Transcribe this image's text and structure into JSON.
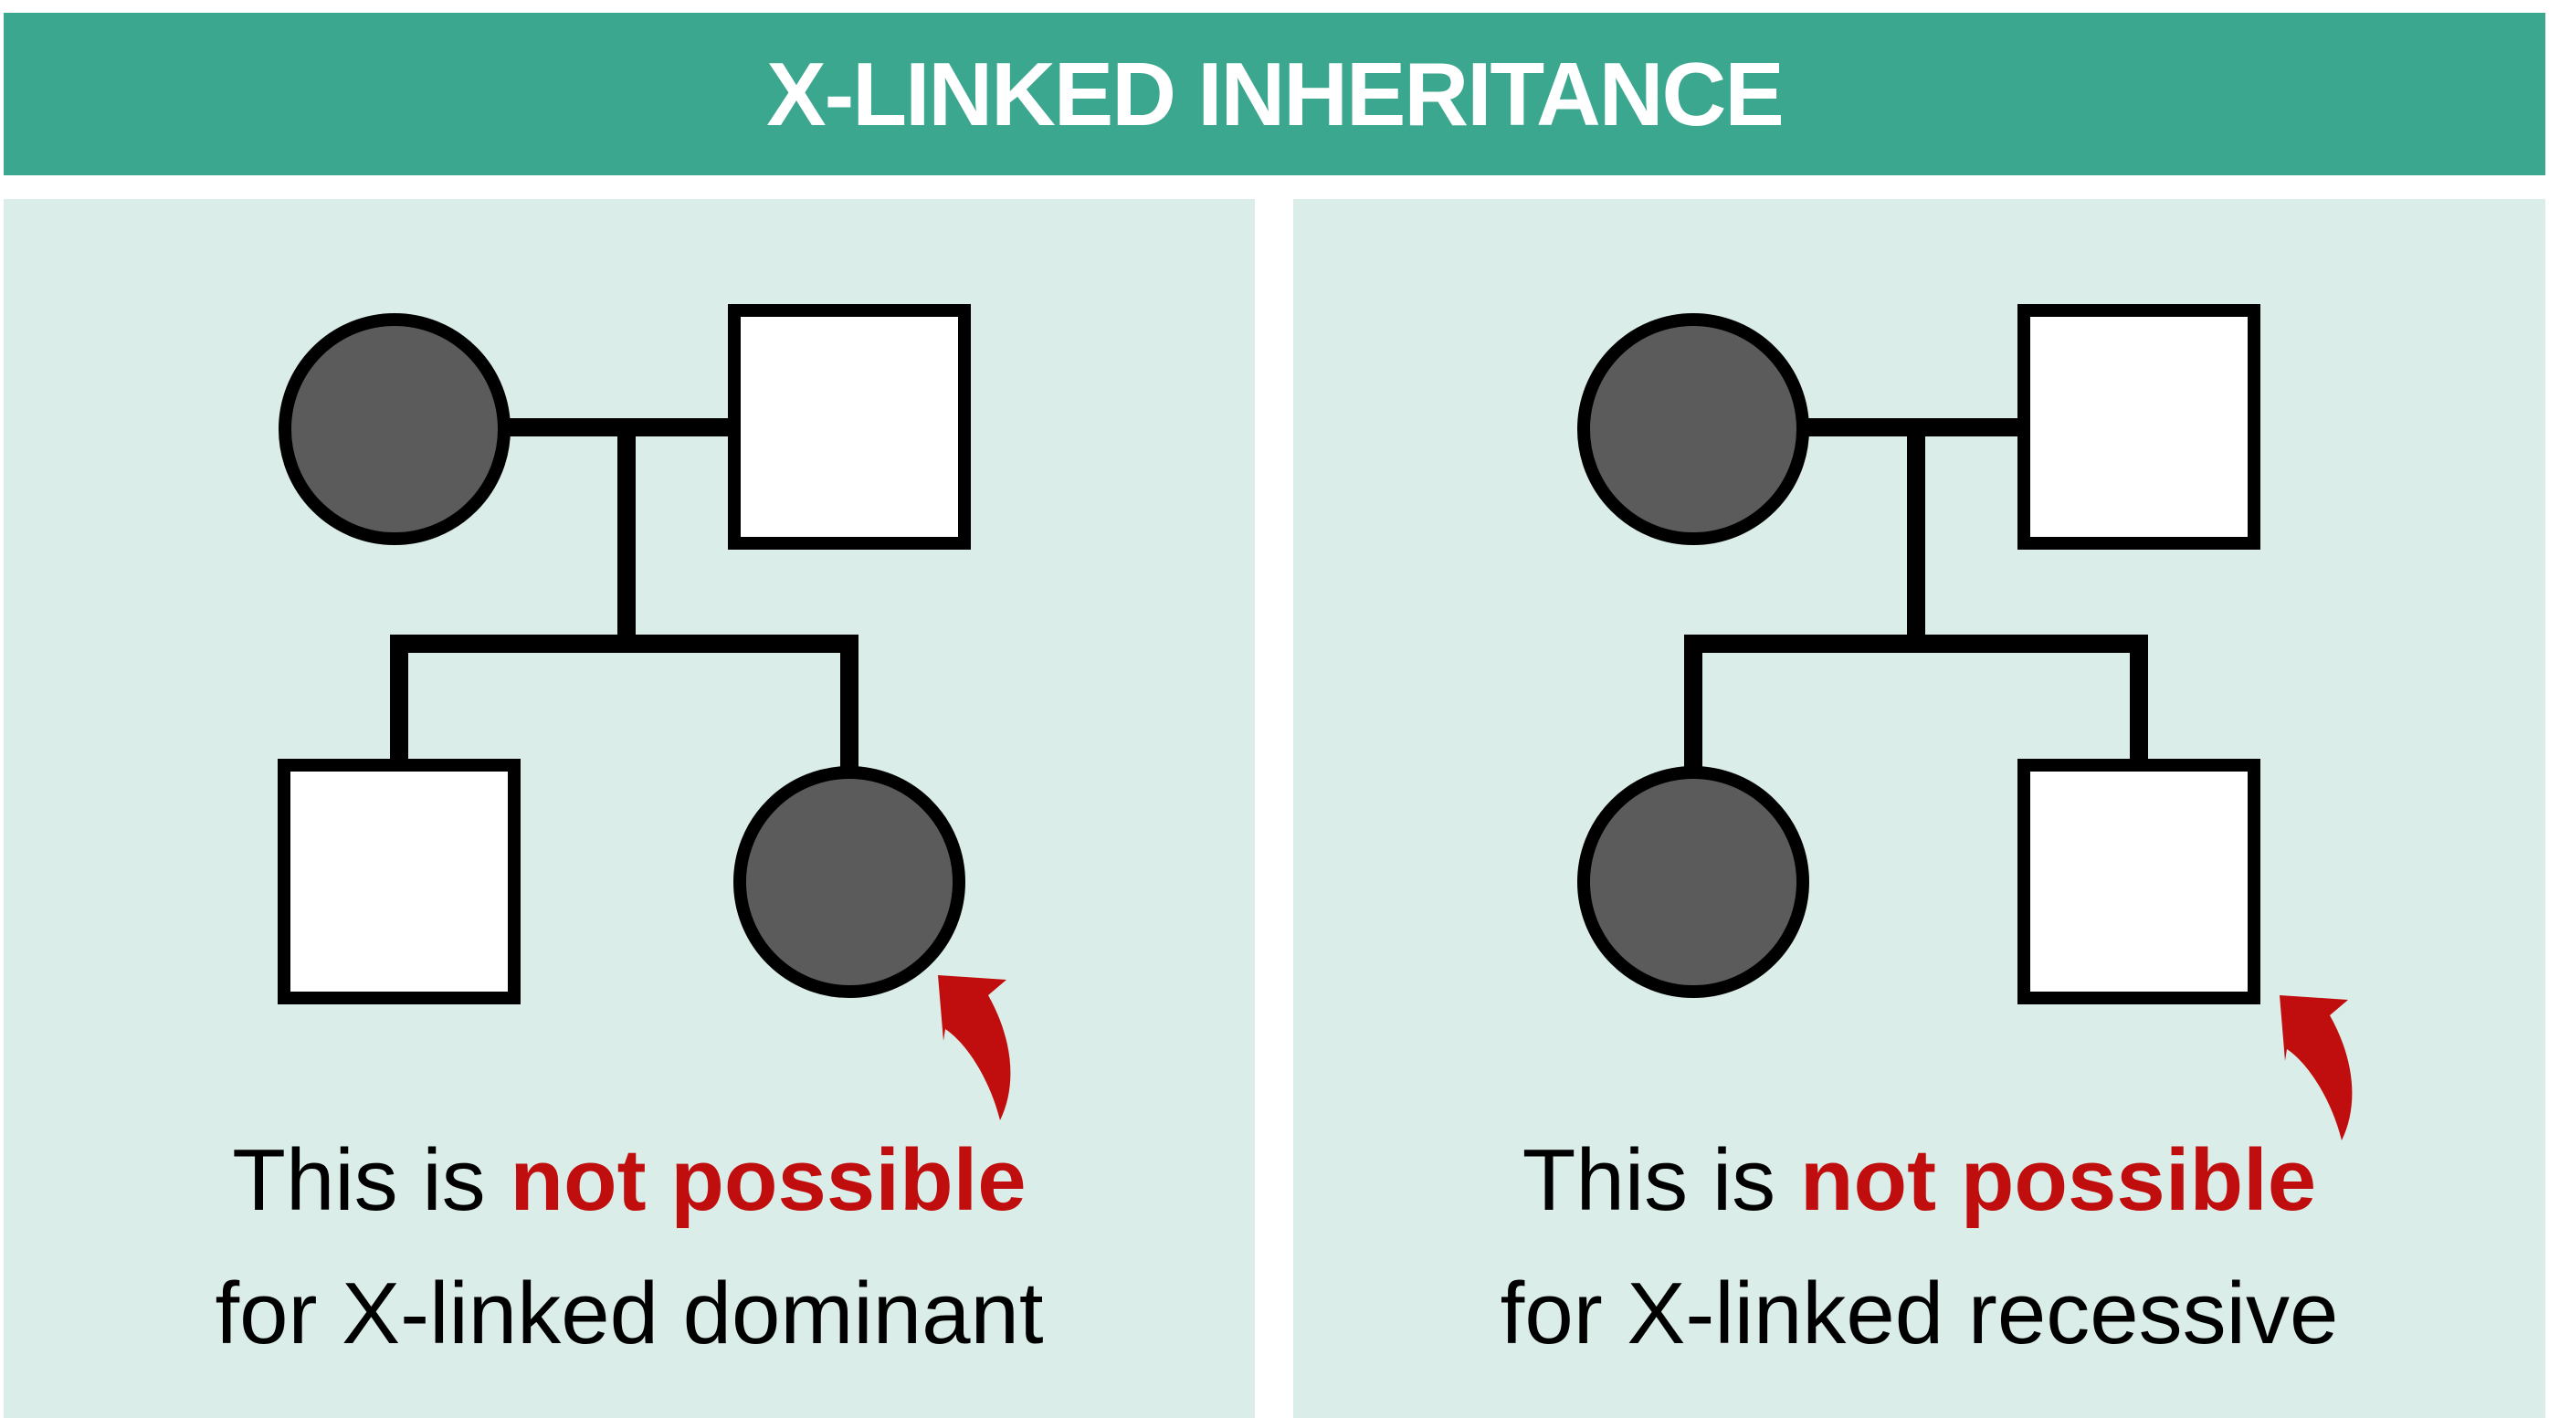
{
  "header": {
    "title": "X-LINKED INHERITANCE"
  },
  "colors": {
    "header_bg": "#3AA78E",
    "header_text": "#FFFFFF",
    "panel_bg": "#DBEDE8",
    "affected_fill": "#5B5B5B",
    "unaffected_fill": "#FFFFFF",
    "outline": "#000000",
    "arrow_red": "#C00D0D"
  },
  "panels": [
    {
      "id": "x-linked-dominant",
      "caption_prefix": "This is ",
      "caption_highlight": "not possible",
      "caption_line2": "for X-linked dominant",
      "pedigree": {
        "generation1": [
          {
            "shape": "circle",
            "sex": "female",
            "affected": true,
            "role": "mother"
          },
          {
            "shape": "square",
            "sex": "male",
            "affected": false,
            "role": "father"
          }
        ],
        "generation2": [
          {
            "shape": "square",
            "sex": "male",
            "affected": false,
            "role": "son"
          },
          {
            "shape": "circle",
            "sex": "female",
            "affected": true,
            "role": "daughter",
            "arrow_target": true
          }
        ]
      }
    },
    {
      "id": "x-linked-recessive",
      "caption_prefix": "This is ",
      "caption_highlight": "not possible",
      "caption_line2": "for X-linked recessive",
      "pedigree": {
        "generation1": [
          {
            "shape": "circle",
            "sex": "female",
            "affected": true,
            "role": "mother"
          },
          {
            "shape": "square",
            "sex": "male",
            "affected": false,
            "role": "father"
          }
        ],
        "generation2": [
          {
            "shape": "circle",
            "sex": "female",
            "affected": true,
            "role": "daughter"
          },
          {
            "shape": "square",
            "sex": "male",
            "affected": false,
            "role": "son",
            "arrow_target": true
          }
        ]
      }
    }
  ]
}
